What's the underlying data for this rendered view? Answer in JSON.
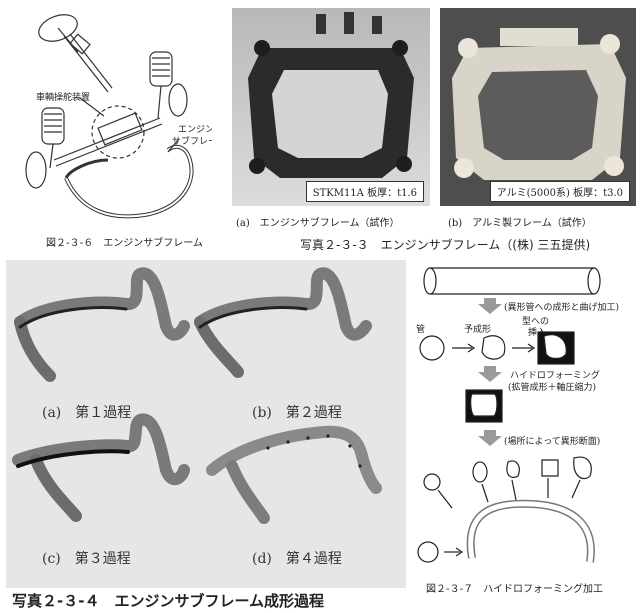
{
  "fig236": {
    "label_steering": "車輌操舵装置",
    "label_subframe_1": "エンジン",
    "label_subframe_2": "サブフレーム",
    "caption": "図２-３-６　エンジンサブフレーム"
  },
  "photo233": {
    "stamp_a": "STKM11A 板厚：t1.6",
    "stamp_b": "アルミ(5000系) 板厚：t3.0",
    "caption_a": "(a)　エンジンサブフレーム（試作）",
    "caption_b": "(b)　アルミ製フレーム（試作）",
    "caption": "写真２-３-３　エンジンサブフレーム（(株) 三五提供)"
  },
  "photo234": {
    "step_a": "(a)　第１過程",
    "step_b": "(b)　第２過程",
    "step_c": "(c)　第３過程",
    "step_d": "(d)　第４過程",
    "caption": "写真２-３-４　エンジンサブフレーム成形過程"
  },
  "fig237": {
    "note_1": "(異形管への成形と曲げ加工)",
    "label_pipe": "管",
    "label_preform": "予成形",
    "label_insert_1": "型への",
    "label_insert_2": "挿入",
    "note_2a": "ハイドロフォーミング",
    "note_2b": "(拡管成形＋軸圧縮力)",
    "note_3": "(場所によって異形断面)",
    "caption": "図２-３-７　ハイドロフォーミング加工"
  }
}
